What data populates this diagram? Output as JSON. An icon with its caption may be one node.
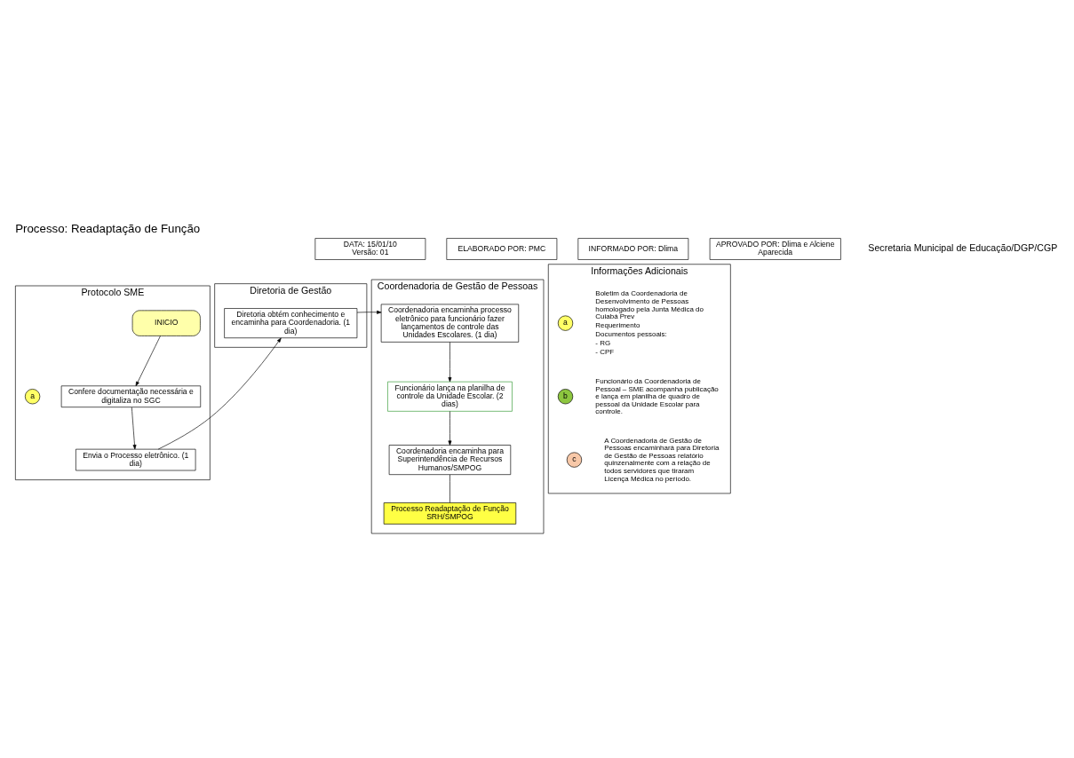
{
  "diagram": {
    "title": "Processo: Readaptação de Função",
    "nodes": [
      {
        "text": [
          "DATA: 15/01/10",
          "Versão: 01"
        ]
      },
      {
        "text": [
          "ELABORADO POR: PMC"
        ]
      },
      {
        "text": [
          "INFORMADO POR: Dlima"
        ]
      },
      {
        "text": [
          "APROVADO POR: Dlima e Alciene Aparecida"
        ]
      },
      {
        "text": [
          "Protocolo SME"
        ]
      },
      {
        "text": [
          "INICIO"
        ],
        "in": 4
      },
      {
        "text": [
          "a"
        ],
        "in": 4
      },
      {
        "text": [
          "Confere documentação necessária e digitaliza no SGC"
        ],
        "in": 4
      },
      {
        "text": [
          "Envia o Processo eletrônico. (1 dia)"
        ],
        "in": 4
      },
      {
        "text": [
          "Diretoria de Gestão"
        ]
      },
      {
        "text": [
          "Diretoria obtém conhecimento e encaminha para Coordenadoria. (1 dia)"
        ],
        "in": 9
      },
      {
        "text": [
          "Coordenadoria de Gestão de Pessoas"
        ]
      },
      {
        "text": [
          "Coordenadoria encaminha processo eletrônico para funcionário fazer lançamentos de controle das Unidades Escolares. (1 dia)"
        ],
        "in": 11
      },
      {
        "text": [
          "Funcionário lança na planilha de controle da Unidade Escolar. (2 dias)"
        ],
        "in": 11
      },
      {
        "text": [
          "Coordenadoria encaminha para Superintendência de Recursos Humanos/SMPOG"
        ],
        "in": 11
      },
      {
        "text": [
          "Processo Readaptação de Função SRH/SMPOG"
        ],
        "in": 11
      },
      {
        "text": [
          "Informações Adicionais"
        ]
      },
      {
        "text": [
          "a"
        ],
        "in": 16,
        "beside": [
          "Boletim da Coordenadoria de Desenvolvimento de Pessoas homologado pela Junta Médica do Cuiabá Prev",
          "Requerimento",
          "Documentos pessoais:",
          "- RG",
          "- CPF"
        ]
      },
      {
        "text": [
          "b"
        ],
        "in": 16,
        "beside": [
          "Funcionário da Coordenadoria de Pessoal – SME acompanha publicação e lança em planilha de quadro de pessoal da Unidade Escolar para controle."
        ]
      },
      {
        "text": [
          "c"
        ],
        "in": 16,
        "beside": [
          "A Coordenadoria de Gestão de Pessoas encaminhará para Diretoria de Gestão de Pessoas relatório quinzenalmente com a relação de todos servidores que tiraram Licença Médica no período."
        ]
      }
    ],
    "edges": [
      {
        "from": 5,
        "to": 7,
        "arrow": "to"
      },
      {
        "from": 7,
        "to": 8,
        "arrow": "to"
      },
      {
        "from": 8,
        "to": 10,
        "arrow": "to"
      },
      {
        "from": 10,
        "to": 12,
        "arrow": "to"
      },
      {
        "from": 12,
        "to": 13,
        "arrow": "to"
      },
      {
        "from": 13,
        "to": 14,
        "arrow": "to"
      },
      {
        "from": 14,
        "to": 15,
        "arrow": "none"
      }
    ],
    "labels": [
      "Secretaria Municipal de Educação/DGP/CGP"
    ]
  }
}
